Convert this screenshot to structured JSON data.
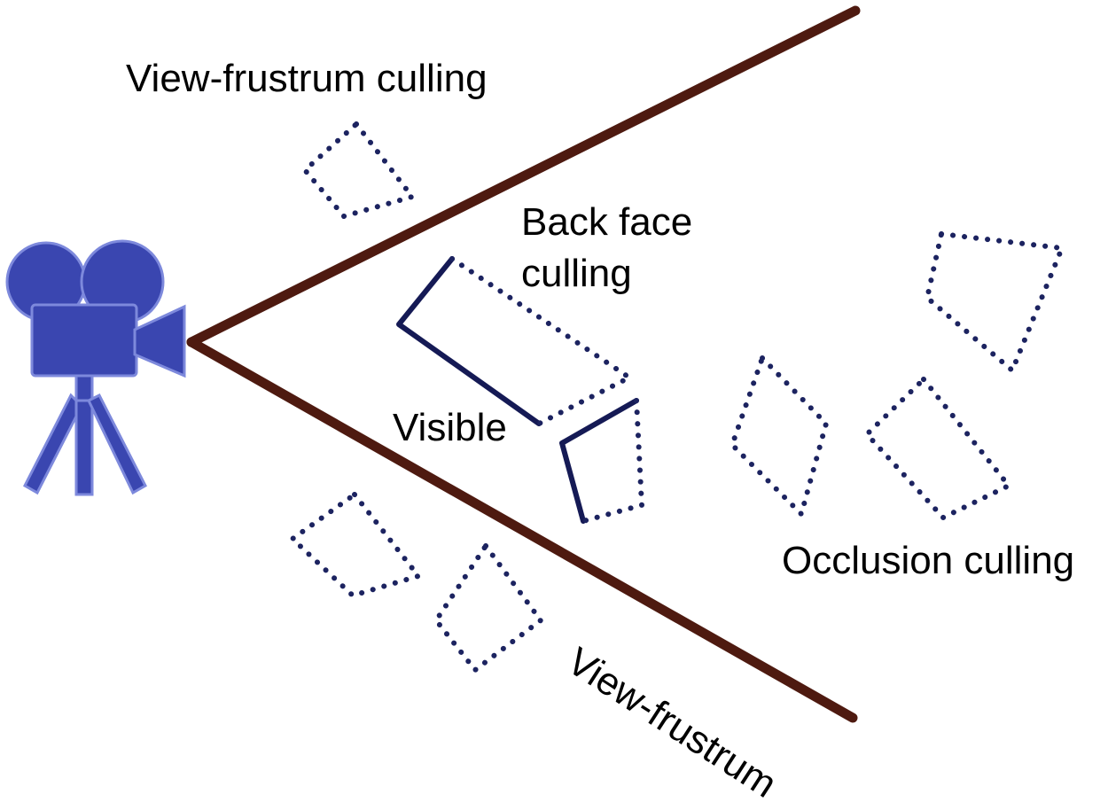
{
  "labels": {
    "view_frustum_culling": "View-frustrum culling",
    "back_face_culling": "Back face culling",
    "visible": "Visible",
    "occlusion_culling": "Occlusion culling",
    "view_frustum": "View-frustrum"
  },
  "colors": {
    "frustum_line": "#4e1a10",
    "object_outline": "#1c2360",
    "camera": "#3a46b0",
    "text": "#000000",
    "background": "#ffffff"
  },
  "icons": [
    "movie-camera-icon"
  ]
}
